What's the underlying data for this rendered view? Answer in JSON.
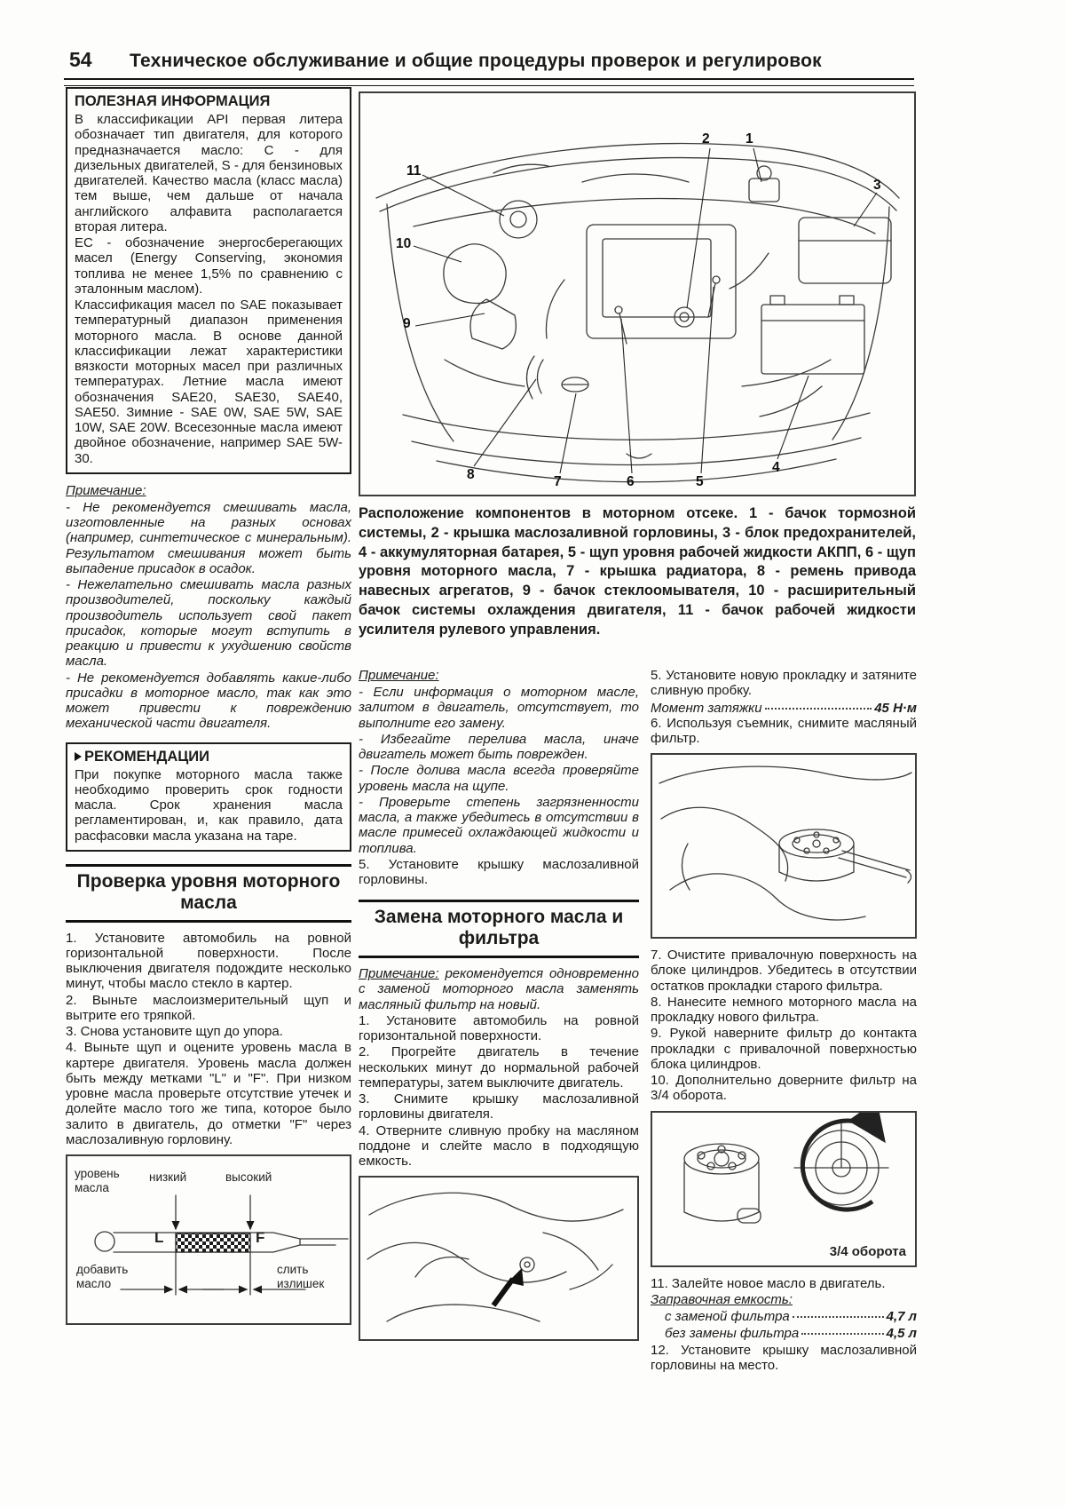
{
  "header": {
    "page_number": "54",
    "title": "Техническое обслуживание и общие процедуры проверок и регулировок"
  },
  "left": {
    "info": {
      "title": "ПОЛЕЗНАЯ ИНФОРМАЦИЯ",
      "p": [
        "В классификации API первая литера обозначает тип двигателя, для которого предназначается масло: C - для дизельных двигателей, S - для бензиновых двигателей. Качество масла (класс масла) тем выше, чем дальше от начала английского алфавита располагается вторая литера.",
        "EC - обозначение энергосберегающих масел (Energy Conserving, экономия топлива не менее 1,5% по сравнению с эталонным маслом).",
        "Классификация масел по SAE показывает температурный диапазон применения моторного масла. В основе данной классификации лежат характеристики вязкости моторных масел при различных температурах. Летние масла имеют обозначения SAE20, SAE30, SAE40, SAE50. Зимние - SAE 0W, SAE 5W, SAE 10W, SAE 20W. Всесезонные масла имеют двойное обозначение, например SAE 5W-30."
      ]
    },
    "note": {
      "label": "Примечание:",
      "items": [
        "- Не рекомендуется смешивать масла, изготовленные на разных основах (например, синтетическое с минеральным). Результатом смешивания может быть выпадение присадок в осадок.",
        "- Нежелательно смешивать масла разных производителей, поскольку каждый производитель использует свой пакет присадок, которые могут вступить в реакцию и привести к ухудшению свойств масла.",
        "- Не рекомендуется добавлять какие-либо присадки в моторное масло, так как это может привести к повреждению механической части двигателя."
      ]
    },
    "rec": {
      "title": "РЕКОМЕНДАЦИИ",
      "text": "При покупке моторного масла также необходимо проверить срок годности масла. Срок хранения масла регламентирован, и, как правило, дата расфасовки масла указана на таре."
    },
    "check": {
      "title": "Проверка уровня моторного масла",
      "steps": [
        "1. Установите автомобиль на ровной горизонтальной поверхности. После выключения двигателя подождите несколько минут, чтобы масло стекло в картер.",
        "2. Выньте маслоизмерительный щуп и вытрите его тряпкой.",
        "3. Снова установите щуп до упора.",
        "4. Выньте щуп и оцените уровень масла в картере двигателя. Уровень масла должен быть между метками \"L\" и \"F\". При низком уровне масла проверьте отсутствие утечек и долейте масло того же типа, которое было залито в двигатель, до отметки \"F\" через маслозаливную горловину."
      ]
    },
    "dipstick": {
      "oil_level": "уровень масла",
      "low": "низкий",
      "high": "высокий",
      "l": "L",
      "f": "F",
      "add": "добавить масло",
      "drain": "слить излишек"
    }
  },
  "figure": {
    "caption": "Расположение компонентов в моторном отсеке. 1 - бачок тормозной системы, 2 - крышка маслозаливной горловины, 3 - блок предохранителей, 4 - аккумуляторная батарея, 5 - щуп уровня рабочей жидкости АКПП, 6 - щуп уровня моторного масла, 7 - крышка радиатора, 8 - ремень привода навесных агрегатов, 9 - бачок стеклоомывателя, 10 - расширительный бачок системы охлаждения двигателя, 11 - бачок рабочей жидкости усилителя рулевого управления.",
    "callouts": [
      "1",
      "2",
      "3",
      "4",
      "5",
      "6",
      "7",
      "8",
      "9",
      "10",
      "11"
    ]
  },
  "mid": {
    "note": {
      "label": "Примечание:",
      "items": [
        "- Если информация о моторном масле, залитом в двигатель, отсутствует, то выполните его замену.",
        "- Избегайте перелива масла, иначе двигатель может быть поврежден.",
        "- После долива масла всегда проверяйте уровень масла на щупе.",
        "- Проверьте степень загрязненности масла, а также убедитесь в отсутствии в масле примесей охлаждающей жидкости и топлива."
      ]
    },
    "step5": "5. Установите крышку маслозаливной горловины.",
    "section_title": "Замена моторного масла и фильтра",
    "note2": {
      "label": "Примечание:",
      "text": " рекомендуется одновременно с заменой моторного масла заменять масляный фильтр на новый."
    },
    "steps": [
      "1. Установите автомобиль на ровной горизонтальной поверхности.",
      "2. Прогрейте двигатель в течение нескольких минут до нормальной рабочей температуры, затем выключите двигатель.",
      "3. Снимите крышку маслозаливной горловины двигателя.",
      "4. Отверните сливную пробку на масляном поддоне и слейте масло в подходящую емкость."
    ]
  },
  "right": {
    "step5": "5. Установите новую прокладку и затяните сливную пробку.",
    "torque": {
      "label": "Момент затяжки",
      "value": "45 Н·м"
    },
    "step6": "6. Используя съемник, снимите масляный фильтр.",
    "steps": [
      "7. Очистите привалочную поверхность на блоке цилиндров. Убедитесь в отсутствии остатков прокладки старого фильтра.",
      "8. Нанесите немного моторного масла на прокладку нового фильтра.",
      "9. Рукой наверните фильтр до контакта прокладки с привалочной поверхностью блока цилиндров.",
      "10. Дополнительно доверните фильтр на 3/4 оборота."
    ],
    "turn_caption": "3/4 оборота",
    "step11": "11. Залейте новое масло в двигатель.",
    "capacity": {
      "label": "Заправочная емкость:",
      "rows": [
        {
          "label": "с заменой фильтра",
          "value": "4,7 л"
        },
        {
          "label": "без замены фильтра",
          "value": "4,5 л"
        }
      ]
    },
    "step12": "12. Установите крышку маслозаливной горловины на место."
  }
}
